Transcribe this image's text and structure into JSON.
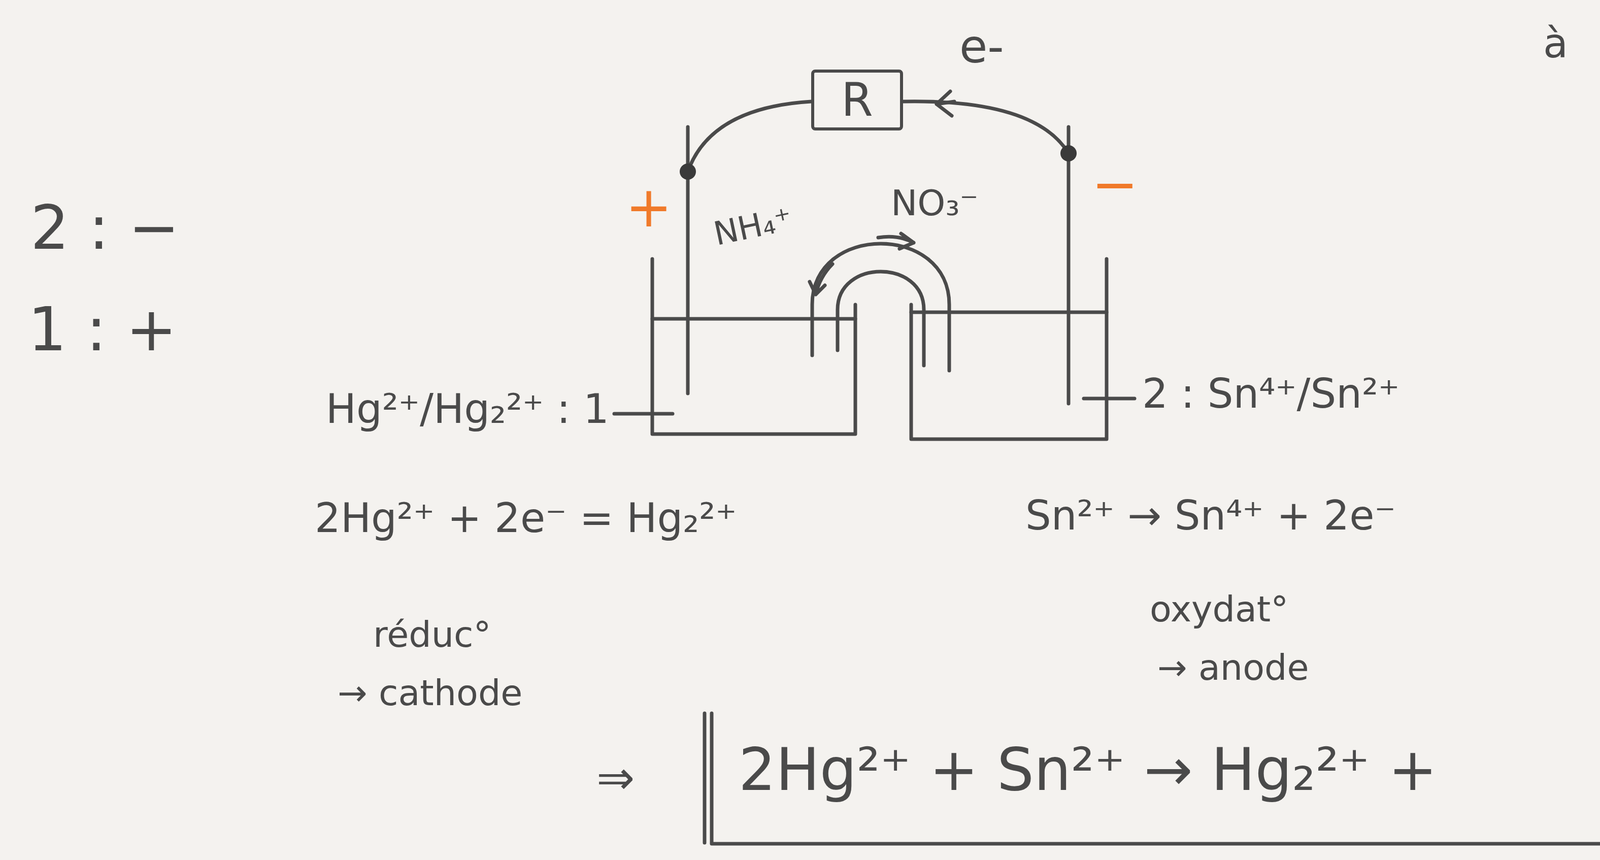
{
  "diagram": {
    "nodes": [
      {
        "text": [
          "R"
        ]
      }
    ],
    "labels": [
      "à",
      "e-",
      "+",
      "−",
      "2 : −",
      "1 : +",
      "NH₄⁺",
      "NO₃⁻",
      "Hg²⁺/Hg₂²⁺ : 1",
      "2 : Sn⁴⁺/Sn²⁺",
      "2Hg²⁺ + 2e⁻ = Hg₂²⁺",
      "Sn²⁺ → Sn⁴⁺ + 2e⁻",
      "réduc°",
      "→ cathode",
      "oxydat°",
      "→ anode",
      "⇒",
      "2Hg²⁺ + Sn²⁺ → Hg₂²⁺ +"
    ]
  }
}
